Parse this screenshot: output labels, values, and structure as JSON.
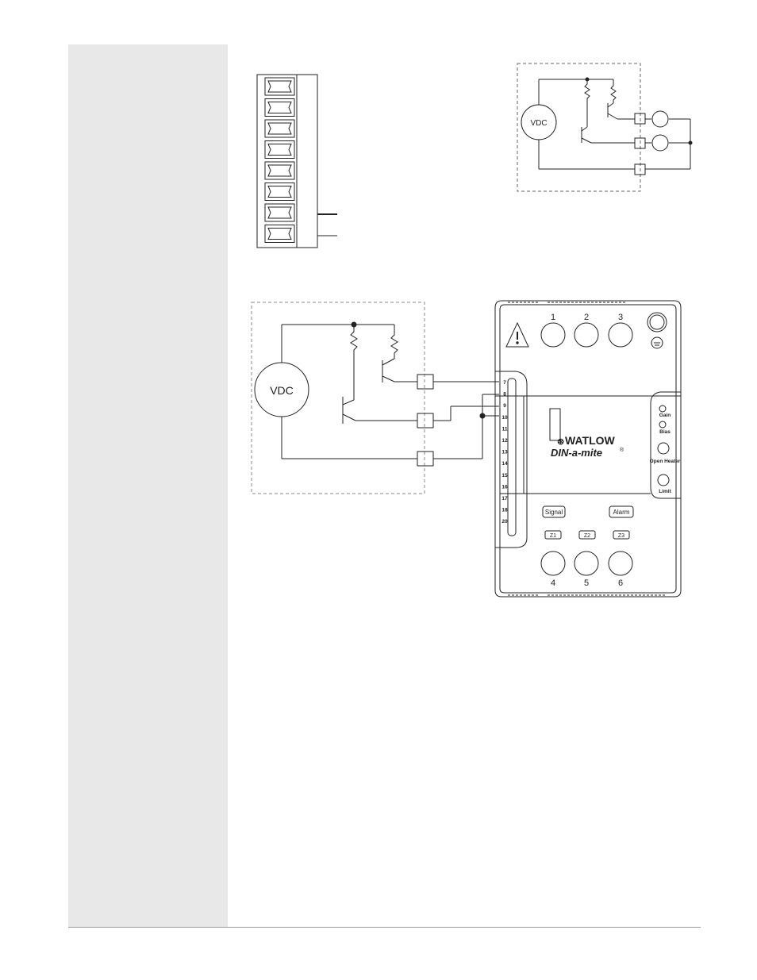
{
  "source_left": {
    "label": "VDC"
  },
  "source_top_right": {
    "label": "VDC"
  },
  "device": {
    "brand": "WATLOW",
    "model": "DIN-a-mite",
    "registered": "®",
    "top_terminals": [
      "1",
      "2",
      "3"
    ],
    "bottom_terminals": [
      "4",
      "5",
      "6"
    ],
    "connector_pins": [
      "7",
      "8",
      "9",
      "10",
      "11",
      "12",
      "13",
      "14",
      "15",
      "16",
      "17",
      "18",
      "20"
    ],
    "indicators": [
      "Gain",
      "Bias",
      "Open Heater",
      "Limit"
    ],
    "label_signal": "Signal",
    "label_alarm": "Alarm",
    "zone_labels": [
      "Z1",
      "Z2",
      "Z3"
    ]
  },
  "colors": {
    "line": "#222222",
    "sidebar": "#e8e8e8",
    "frame": "#888888"
  }
}
